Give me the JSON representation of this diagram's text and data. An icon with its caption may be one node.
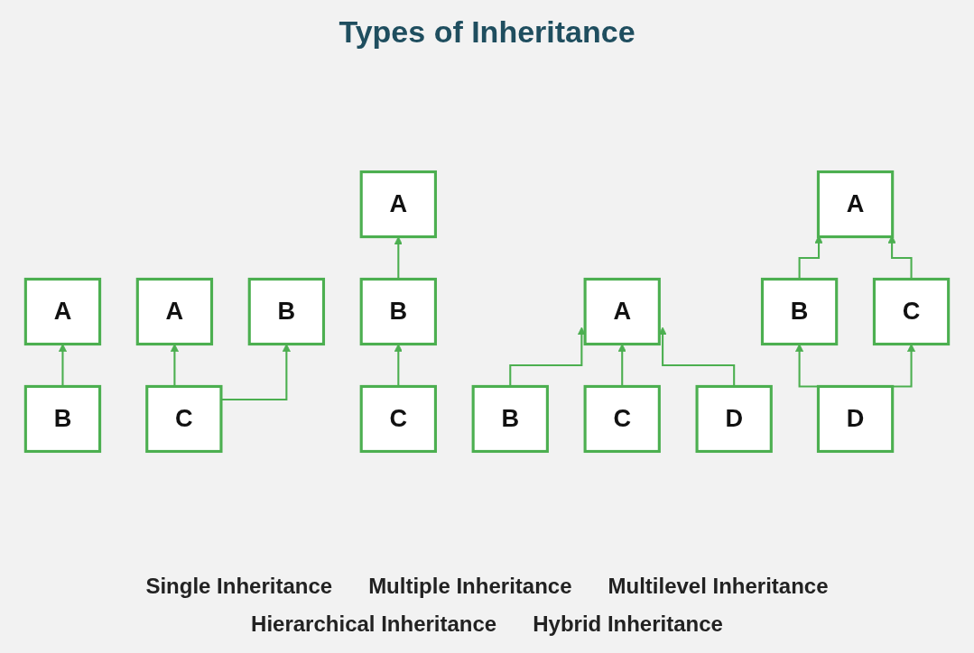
{
  "diagram": {
    "title": "Types of Inheritance",
    "nodes": [
      {
        "text": [
          "A"
        ]
      },
      {
        "text": [
          "B"
        ]
      },
      {
        "text": [
          "A"
        ]
      },
      {
        "text": [
          "B"
        ]
      },
      {
        "text": [
          "C"
        ]
      },
      {
        "text": [
          "A"
        ]
      },
      {
        "text": [
          "B"
        ]
      },
      {
        "text": [
          "C"
        ]
      },
      {
        "text": [
          "A"
        ]
      },
      {
        "text": [
          "B"
        ]
      },
      {
        "text": [
          "C"
        ]
      },
      {
        "text": [
          "D"
        ]
      },
      {
        "text": [
          "A"
        ]
      },
      {
        "text": [
          "B"
        ]
      },
      {
        "text": [
          "C"
        ]
      },
      {
        "text": [
          "D"
        ]
      }
    ],
    "edges": [
      {
        "from": 1,
        "to": 0,
        "arrow": "to"
      },
      {
        "from": 4,
        "to": 2,
        "arrow": "to"
      },
      {
        "from": 4,
        "to": 3,
        "arrow": "to"
      },
      {
        "from": 7,
        "to": 6,
        "arrow": "to"
      },
      {
        "from": 6,
        "to": 5,
        "arrow": "to"
      },
      {
        "from": 9,
        "to": 8,
        "arrow": "to"
      },
      {
        "from": 10,
        "to": 8,
        "arrow": "to"
      },
      {
        "from": 11,
        "to": 8,
        "arrow": "to"
      },
      {
        "from": 13,
        "to": 12,
        "arrow": "to"
      },
      {
        "from": 14,
        "to": 12,
        "arrow": "to"
      },
      {
        "from": 15,
        "to": 13,
        "arrow": "to"
      },
      {
        "from": 15,
        "to": 14,
        "arrow": "to"
      }
    ],
    "labels": [
      "Single Inheritance",
      "Multiple Inheritance",
      "Multilevel Inheritance",
      "Hierarchical Inheritance",
      "Hybrid Inheritance"
    ]
  }
}
